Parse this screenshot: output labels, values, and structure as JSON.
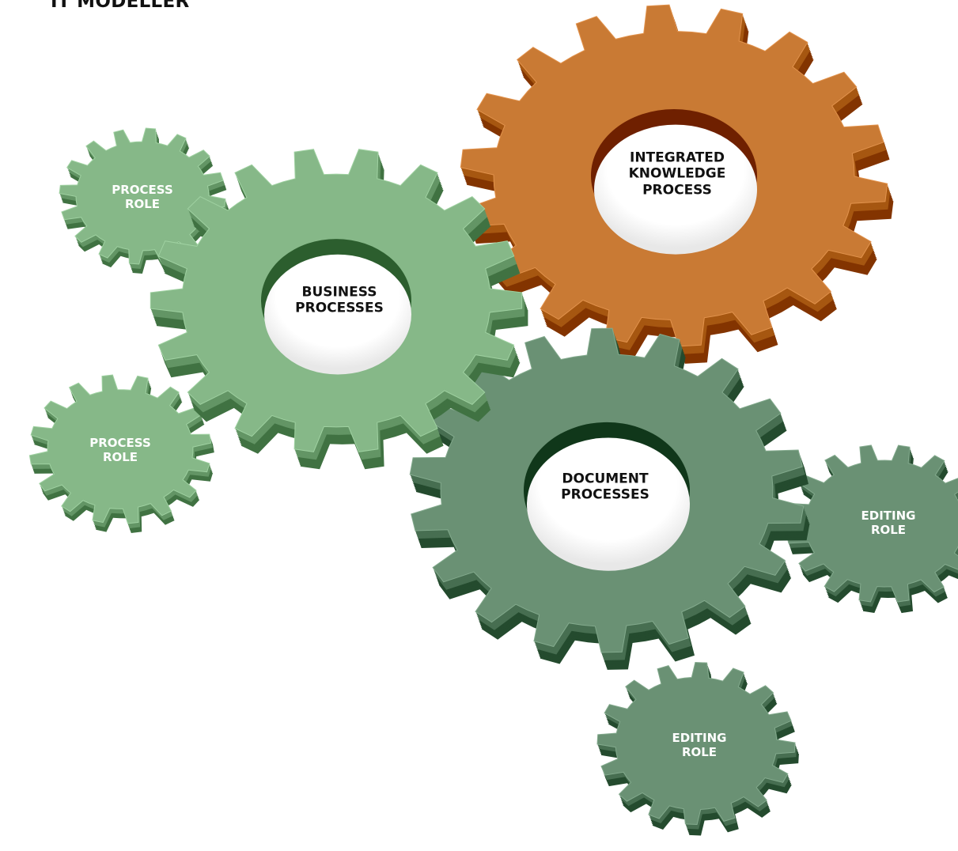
{
  "title": "IT MODELLER",
  "colors": {
    "light_green": "#86b888",
    "dark_green": "#6a9174",
    "orange": "#c97a34",
    "title": "#111111"
  },
  "gears": {
    "integrated": {
      "lines": [
        "INTEGRATED",
        "KNOWLEDGE",
        "PROCESS"
      ]
    },
    "business": {
      "lines": [
        "BUSINESS",
        "PROCESSES"
      ]
    },
    "document": {
      "lines": [
        "DOCUMENT",
        "PROCESSES"
      ]
    },
    "process_role_top": {
      "lines": [
        "PROCESS",
        "ROLE"
      ]
    },
    "process_role_bottom": {
      "lines": [
        "PROCESS",
        "ROLE"
      ]
    },
    "editing_role_right": {
      "lines": [
        "EDITING",
        "ROLE"
      ]
    },
    "editing_role_bottom": {
      "lines": [
        "EDITING",
        "ROLE"
      ]
    }
  }
}
